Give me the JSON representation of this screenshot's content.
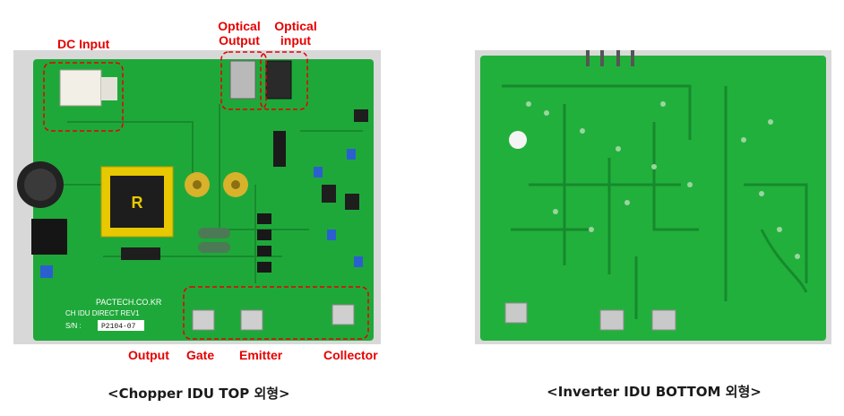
{
  "labels": {
    "dc_input": "DC Input",
    "optical_output": [
      "Optical",
      "Output"
    ],
    "optical_input": [
      "Optical",
      "input"
    ],
    "output": "Output",
    "gate": "Gate",
    "emitter": "Emitter",
    "collector": "Collector"
  },
  "board_text": {
    "maker": "PACTECH.CO.KR",
    "model": "CH IDU DIRECT REV1",
    "sn_label": "S/N :",
    "sn_value": "P2104-07",
    "cap_mark": "R"
  },
  "captions": {
    "left": "<Chopper IDU TOP 외형>",
    "right": "<Inverter IDU BOTTOM 외형>"
  },
  "colors": {
    "pcb_green": "#1fa83a",
    "annotation_red": "#e60000"
  }
}
